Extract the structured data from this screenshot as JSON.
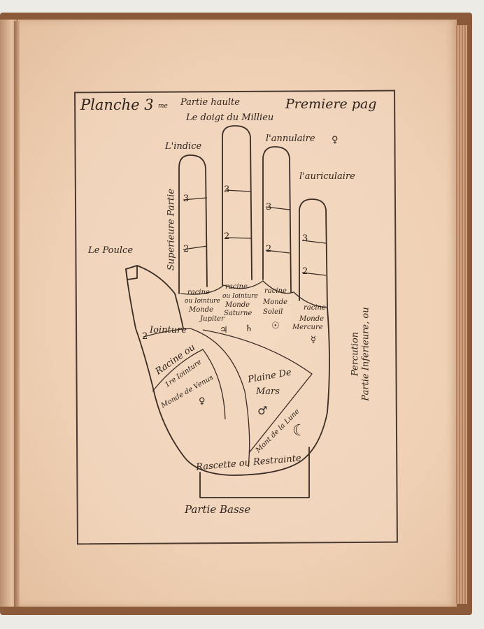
{
  "plate": {
    "title_left": "Planche 3",
    "title_sup": "me",
    "title_right": "Premiere pag",
    "top_part": "Partie haulte",
    "middle_finger_label": "Le doigt du Millieu",
    "index_label": "L'indice",
    "annular_label": "l'annulaire",
    "annular_symbol": "♀",
    "auricular_label": "l'auriculaire",
    "thumb_label": "Le Poulce",
    "superior_part": "Superieure Partie",
    "inferior_part_line1": "Partie Inferieure, ou",
    "inferior_part_line2": "Percution",
    "bottom_part": "Partie Basse",
    "joint_label": "Iointure",
    "joint_number": "2",
    "root_label_line1": "Racine ou",
    "root_label_line2": "1re Iointure",
    "venus_mount": "Monde de Venus",
    "venus_symbol": "♀",
    "plain_line1": "Plaine De",
    "plain_line2": "Mars",
    "mars_symbol": "♂",
    "moon_mount": "Mont de la Lune",
    "moon_symbol": "☾",
    "rascette": "Rascette ou Restrainte",
    "finger_numbers": {
      "index": [
        "3",
        "2"
      ],
      "middle": [
        "3",
        "2"
      ],
      "ring": [
        "3",
        "2"
      ],
      "little": [
        "3",
        "2"
      ]
    },
    "roots": {
      "index": {
        "root": "racine",
        "alt": "ou Iointure",
        "mount": "Monde",
        "planet": "Jupiter",
        "symbol": "♃"
      },
      "middle": {
        "root": "racine",
        "alt": "ou Iointure",
        "mount": "Monde",
        "planet": "Saturne",
        "symbol": "♄"
      },
      "ring": {
        "root": "racine",
        "mount": "Monde",
        "planet": "Soleil",
        "symbol": "☉"
      },
      "little": {
        "root": "racine",
        "mount": "Monde",
        "planet": "Mercure",
        "symbol": "☿"
      }
    }
  }
}
